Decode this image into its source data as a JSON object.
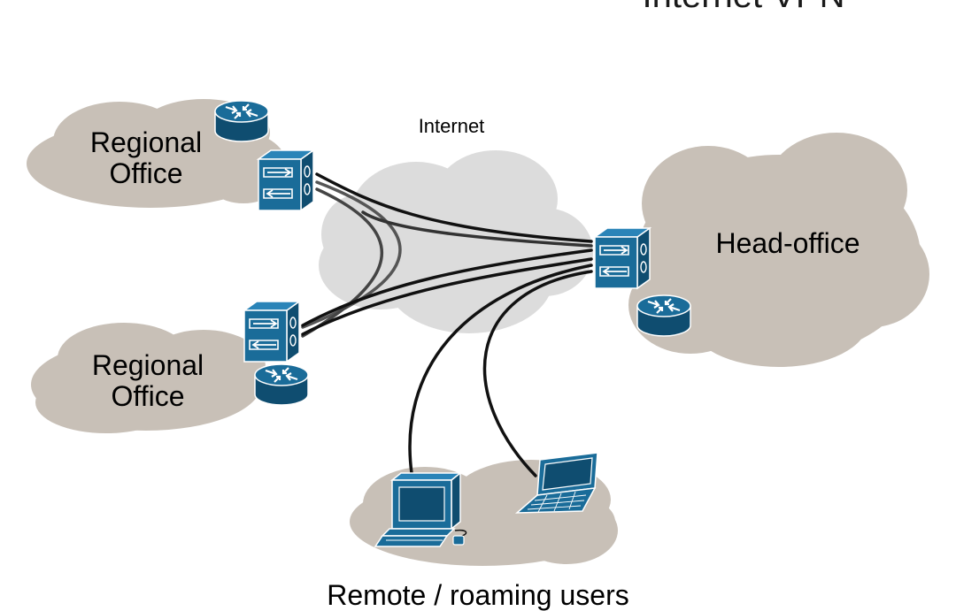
{
  "diagram": {
    "title": "Internet VPN",
    "nodes": {
      "internet": "Internet",
      "regional_office_1": "Regional\nOffice",
      "regional_office_2": "Regional\nOffice",
      "head_office": "Head-office",
      "remote_users": "Remote / roaming users"
    },
    "colors": {
      "site_cloud": "#c8c0b7",
      "internet_cloud": "#dcdcdc",
      "device_blue": "#1a6c99",
      "device_dark": "#0f4d70",
      "link": "#111111",
      "link_gray": "#555555"
    }
  }
}
